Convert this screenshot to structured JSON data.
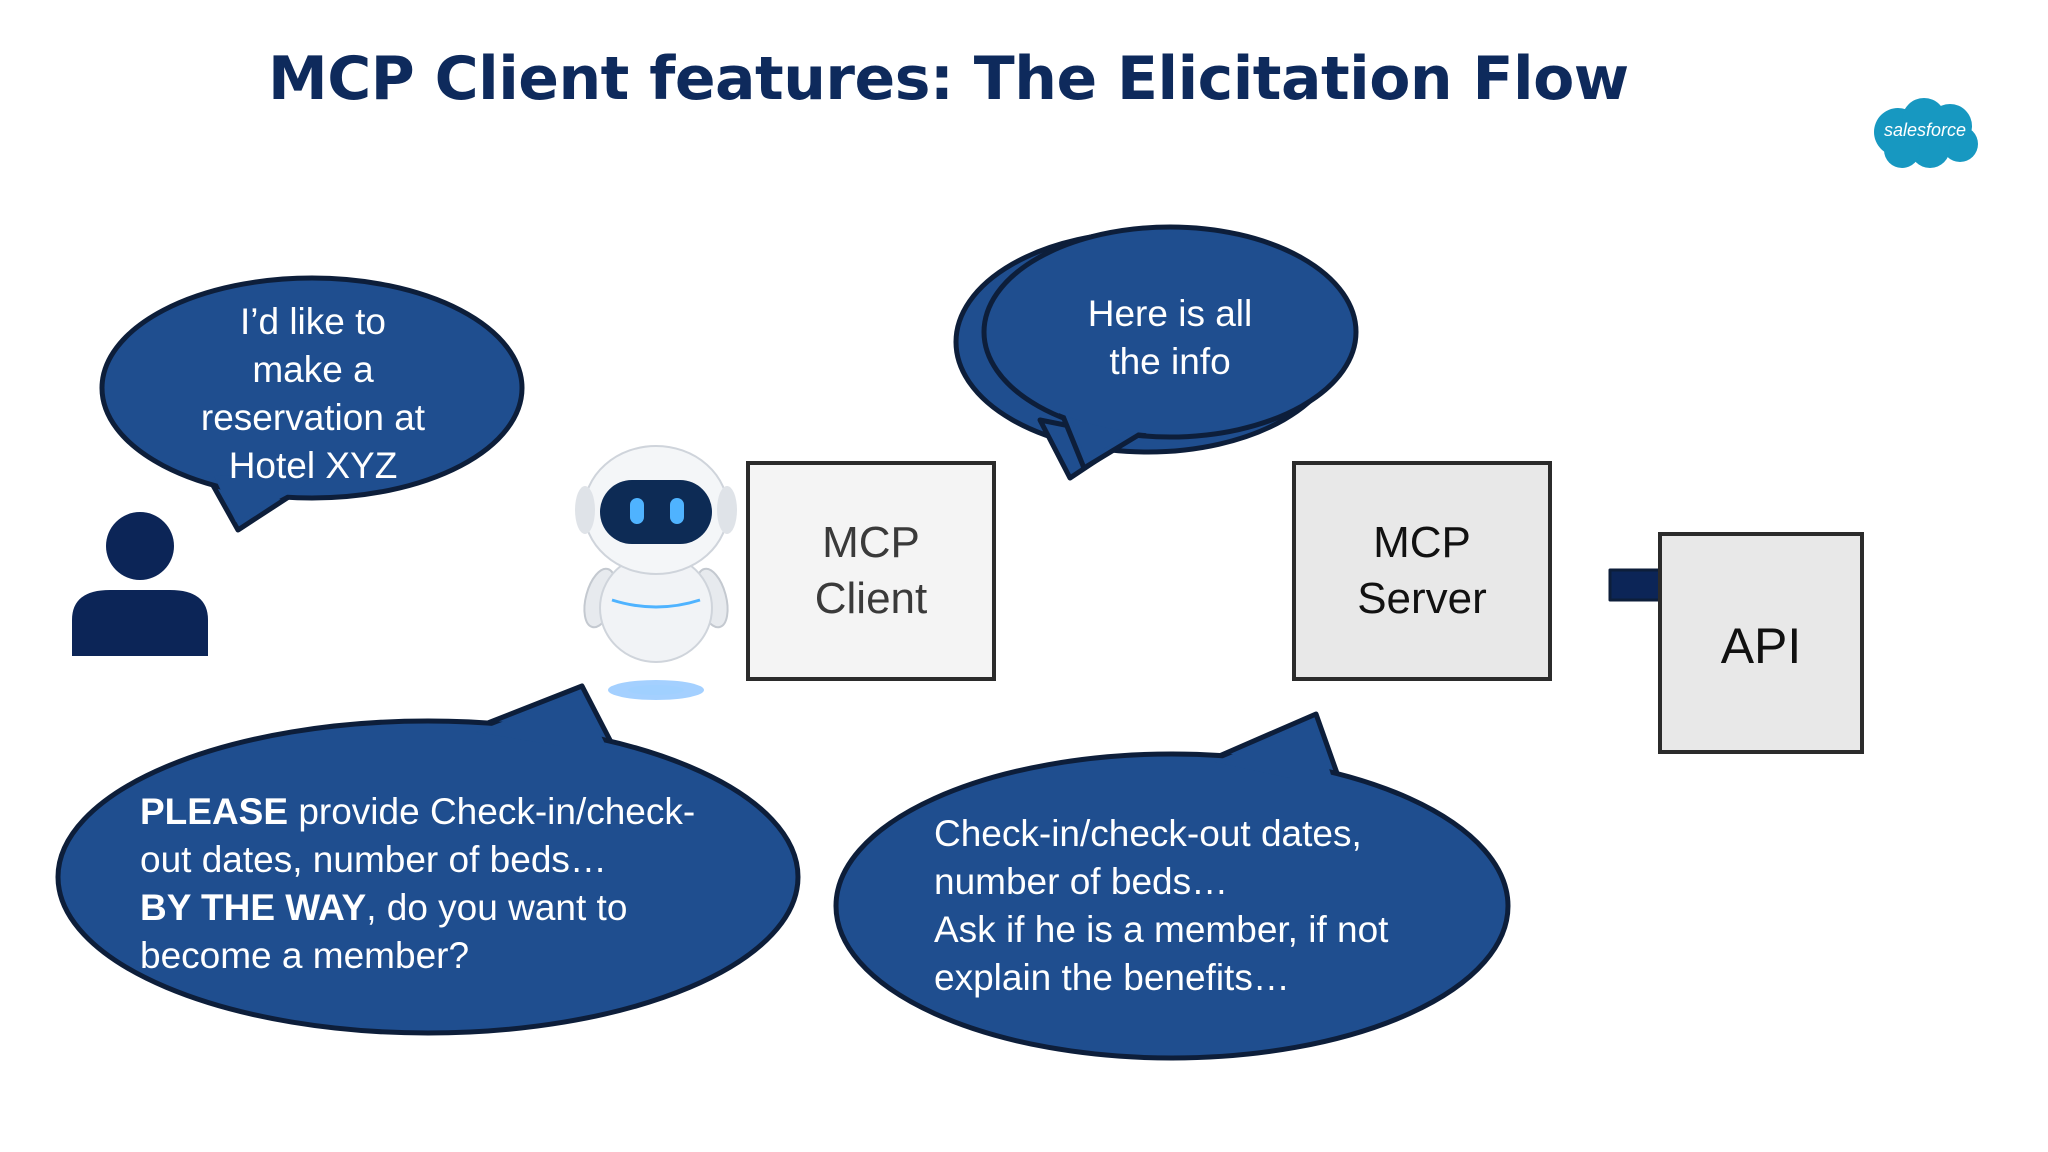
{
  "slide": {
    "title": "MCP Client features: The Elicitation Flow",
    "logo_text": "salesforce"
  },
  "bubbles": {
    "user_request": [
      "I’d like to",
      "make a",
      "reservation at",
      "Hotel XYZ"
    ],
    "server_reply": [
      "Here is all",
      "the info"
    ],
    "client_prompt": {
      "line1_bold": "PLEASE",
      "line1_rest": " provide Check-in/check-",
      "line2": "out dates, number of beds…",
      "line3_bold": "BY THE WAY",
      "line3_rest": ", do you want to",
      "line4": "become a member?"
    },
    "server_request": [
      "Check-in/check-out dates,",
      "number of beds…",
      "Ask if he is a member, if not",
      "explain the benefits…"
    ]
  },
  "boxes": {
    "mcp_client": [
      "MCP",
      "Client"
    ],
    "mcp_server": [
      "MCP",
      "Server"
    ],
    "api": "API"
  },
  "icons": [
    "user-icon",
    "robot-icon",
    "salesforce-logo-icon",
    "arrow-right-icon"
  ],
  "colors": {
    "title": "#0e2a5c",
    "bubble_fill": "#1f4e8f",
    "bubble_stroke": "#0d1e3a",
    "user_icon": "#0c2557",
    "arrow": "#0c2557",
    "logo": "#1798c1",
    "robot_eyes": "#4fb3ff"
  }
}
